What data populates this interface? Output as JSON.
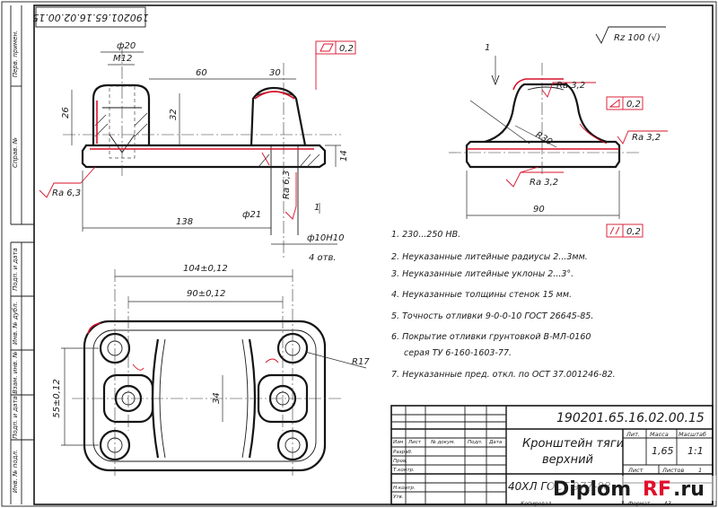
{
  "drawing": {
    "corner_code": "190201.65.16.02.00.15",
    "roughness_general": "Rz 100 (√)",
    "side_labels": [
      "Перв. примен.",
      "Справ. №",
      "Подп. и дата",
      "Инв. № дубл.",
      "Взам. инв. №",
      "Подп. и дата",
      "Инв. № подл."
    ]
  },
  "dims": {
    "front": {
      "d20": "ф20",
      "m12": "M12",
      "w60": "60",
      "w30": "30",
      "h26": "26",
      "h32": "32",
      "flat02": "0,2",
      "ra63": "Ra 6,3",
      "l138": "138",
      "d21": "ф21",
      "ra63b": "Ra 6,3",
      "h14": "14",
      "one": "1",
      "hole": "ф10H10",
      "count": "4 отв."
    },
    "side": {
      "arrow1": "1",
      "ra32a": "Ra 3,2",
      "ang02": "0,2",
      "r30": "R30",
      "ra32b": "Ra 3,2",
      "ra32c": "Ra 3,2",
      "w90": "90",
      "par02": "0,2"
    },
    "plan": {
      "l104": "104±0,12",
      "l90": "90±0,12",
      "h55": "55±0,12",
      "h34": "34",
      "r17": "R17"
    }
  },
  "notes": [
    "1. 230...250 HB.",
    "2. Неуказанные литейные радиусы 2...3мм.",
    "3. Неуказанные литейные уклоны 2...3°.",
    "4. Неуказанные толщины стенок 15 мм.",
    "5. Точность отливки 9-0-0-10 ГОСТ 26645-85.",
    "6. Покрытие отливки грунтовкой В-МЛ-0160",
    "серая ТУ 6-160-1603-77.",
    "7. Неуказанные пред. откл. по ОСТ 37.001246-82."
  ],
  "title_block": {
    "number": "190201.65.16.02.00.15",
    "name_line1": "Кронштейн тяги",
    "name_line2": "верхний",
    "material": "40ХЛ ГОСТ 977-88",
    "col_lit": "Лит.",
    "col_mass": "Масса",
    "col_scale": "Масштаб",
    "mass": "1,65",
    "scale": "1:1",
    "sheet_label": "Лист",
    "sheets_label": "Листов",
    "sheets_value": "1",
    "rows": [
      "Изм",
      "Лист",
      "№ докум.",
      "Подп.",
      "Дата"
    ],
    "roles": [
      "Разраб.",
      "Пров.",
      "Т.контр.",
      "Н.контр.",
      "Утв."
    ],
    "copied": "Копировал",
    "format": "Формат",
    "format_value": "А3"
  },
  "watermark": {
    "left": "Diplom",
    "right": "RF",
    "suffix": ".ru"
  }
}
